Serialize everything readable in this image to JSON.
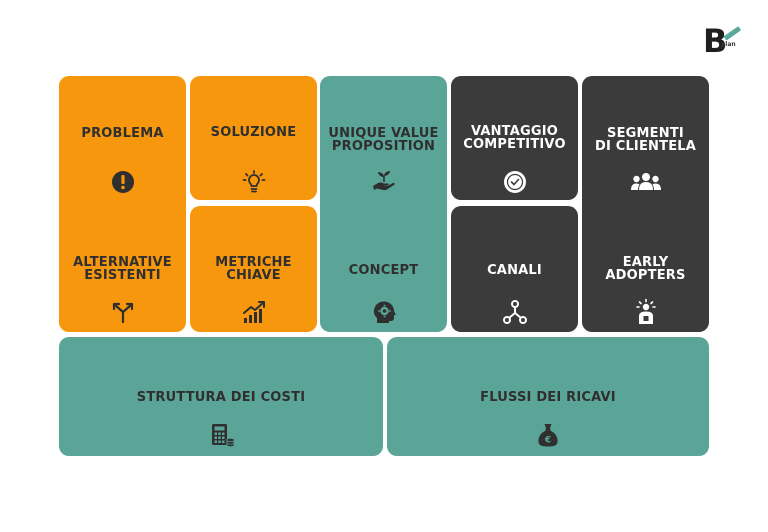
{
  "logo": {
    "letter": "B",
    "sub": "plan"
  },
  "canvas": {
    "problema": {
      "label": "PROBLEMA",
      "icon": "exclamation-icon"
    },
    "alternative": {
      "label": "ALTERNATIVE\nESISTENTI",
      "icon": "fork-arrows-icon"
    },
    "soluzione": {
      "label": "SOLUZIONE",
      "icon": "lightbulb-icon"
    },
    "metriche": {
      "label": "METRICHE\nCHIAVE",
      "icon": "growth-chart-icon"
    },
    "uvp": {
      "label": "UNIQUE VALUE\nPROPOSITION",
      "icon": "plant-hand-icon"
    },
    "concept": {
      "label": "CONCEPT",
      "icon": "head-gear-icon"
    },
    "vantaggio": {
      "label": "VANTAGGIO\nCOMPETITIVO",
      "icon": "badge-check-icon"
    },
    "canali": {
      "label": "CANALI",
      "icon": "network-icon"
    },
    "segmenti": {
      "label": "SEGMENTI\nDI CLIENTELA",
      "icon": "group-icon"
    },
    "early": {
      "label": "EARLY\nADOPTERS",
      "icon": "person-idea-icon"
    },
    "costi": {
      "label": "STRUTTURA DEI COSTI",
      "icon": "calculator-coins-icon"
    },
    "ricavi": {
      "label": "FLUSSI DEI RICAVI",
      "icon": "money-bag-icon"
    }
  },
  "colors": {
    "orange": "#f7970d",
    "teal": "#5aa598",
    "dark": "#3a3b3a",
    "label_dark": "#2f2f2f",
    "label_light": "#ffffff"
  }
}
